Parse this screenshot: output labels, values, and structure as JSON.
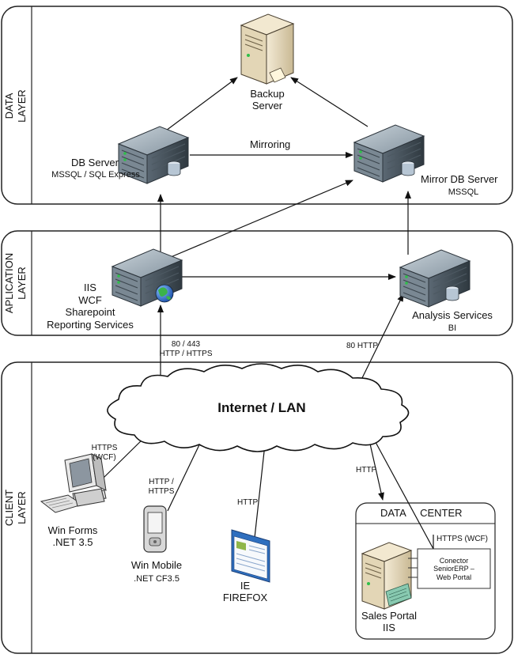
{
  "layers": {
    "data": "DATA\nLAYER",
    "application": "APLICATION\nLAYER",
    "client": "CLIENT\nLAYER"
  },
  "nodes": {
    "backup_server": "Backup\nServer",
    "db_server": "DB Server",
    "db_server_sub": "MSSQL / SQL Express",
    "mirror_db": "Mirror DB  Server",
    "mirror_db_sub": "MSSQL",
    "iis": "IIS\nWCF\nSharepoint\nReporting Services",
    "analysis": "Analysis Services",
    "analysis_sub": "BI",
    "internet": "Internet / LAN",
    "win_forms": "Win Forms\n.NET 3.5",
    "win_mobile": "Win Mobile",
    "win_mobile_sub": ".NET CF3.5",
    "ie": "IE\nFIREFOX",
    "sales_portal": "Sales Portal\nIIS",
    "data_center": "DATA     CENTER",
    "conector": "Conector\nSeniorERP –\nWeb Portal"
  },
  "edges": {
    "mirroring": "Mirroring",
    "iis_ports": "80 / 443\nHTTP / HTTPS",
    "analysis_http": "80 HTTP",
    "winforms_proto": "HTTPS\n(WCF)",
    "mobile_proto": "HTTP /\nHTTPS",
    "browser_proto": "HTTP",
    "datacenter_proto": "HTTP",
    "conector_proto": "HTTPS (WCF)"
  },
  "colors": {
    "server_dark": "#3a4650",
    "server_mid": "#6e7b86",
    "server_light": "#a9b6c0",
    "green_led": "#2fbf4a",
    "globe": "#2a6fd1",
    "beige": "#e8dcc0"
  }
}
